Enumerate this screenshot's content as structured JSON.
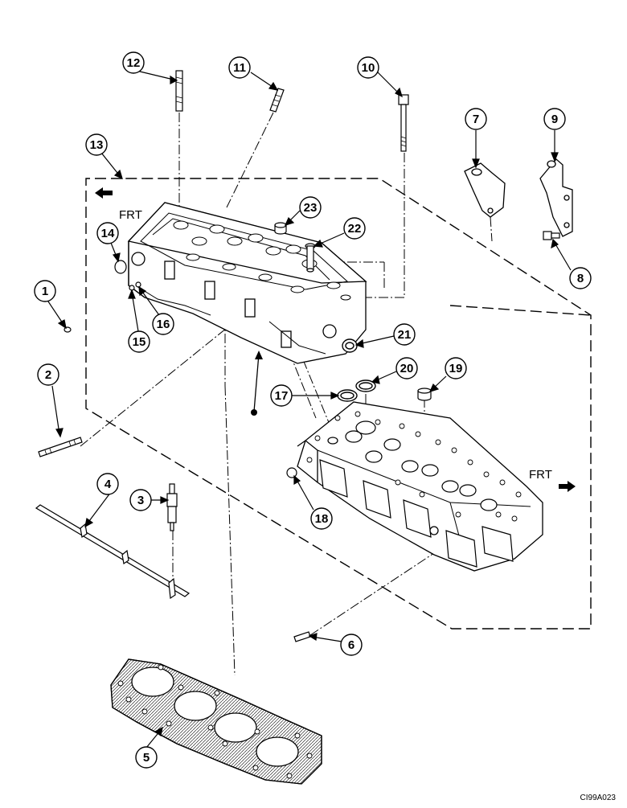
{
  "callouts": [
    {
      "id": 1,
      "label": "1"
    },
    {
      "id": 2,
      "label": "2"
    },
    {
      "id": 3,
      "label": "3"
    },
    {
      "id": 4,
      "label": "4"
    },
    {
      "id": 5,
      "label": "5"
    },
    {
      "id": 6,
      "label": "6"
    },
    {
      "id": 7,
      "label": "7"
    },
    {
      "id": 8,
      "label": "8"
    },
    {
      "id": 9,
      "label": "9"
    },
    {
      "id": 10,
      "label": "10"
    },
    {
      "id": 11,
      "label": "11"
    },
    {
      "id": 12,
      "label": "12"
    },
    {
      "id": 13,
      "label": "13"
    },
    {
      "id": 14,
      "label": "14"
    },
    {
      "id": 15,
      "label": "15"
    },
    {
      "id": 16,
      "label": "16"
    },
    {
      "id": 17,
      "label": "17"
    },
    {
      "id": 18,
      "label": "18"
    },
    {
      "id": 19,
      "label": "19"
    },
    {
      "id": 20,
      "label": "20"
    },
    {
      "id": 21,
      "label": "21"
    },
    {
      "id": 22,
      "label": "22"
    },
    {
      "id": 23,
      "label": "23"
    }
  ],
  "direction_labels": {
    "top": "FRT",
    "bottom": "FRT"
  },
  "figure_code": "CI99A023"
}
